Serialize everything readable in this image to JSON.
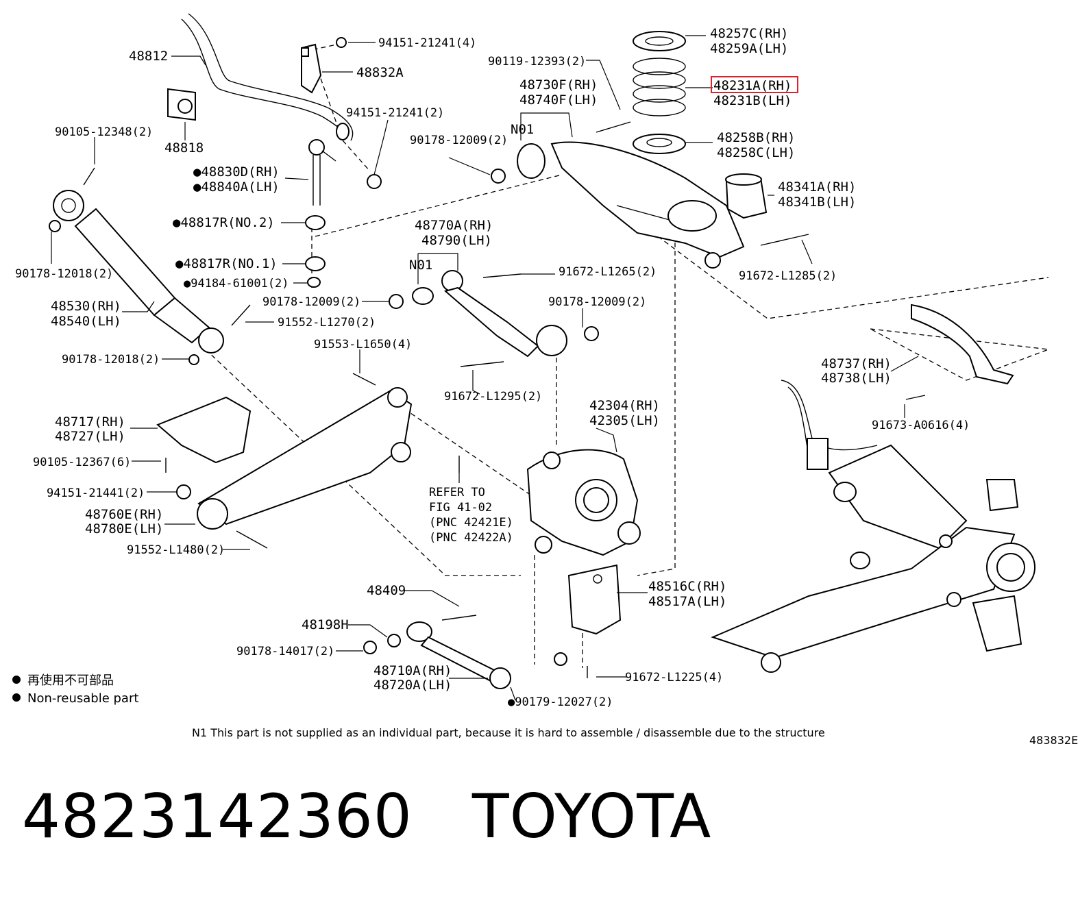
{
  "labels": {
    "p48812": "48812",
    "p94151_21241_top": "94151-21241(4)",
    "p48832A": "48832A",
    "p94151_21241_mid": "94151-21241(2)",
    "p90105_12348": "90105-12348(2)",
    "p48818": "48818",
    "p48830D": "●48830D(RH)",
    "p48840A": "●48840A(LH)",
    "p48817R_no2": "●48817R(NO.2)",
    "p48817R_no1": "●48817R(NO.1)",
    "p94184_61001": "●94184-61001(2)",
    "p90178_12018_a": "90178-12018(2)",
    "p48530": "48530(RH)",
    "p48540": "48540(LH)",
    "p91552_L1270": "91552-L1270(2)",
    "p90178_12018_b": "90178-12018(2)",
    "p91553_L1650": "91553-L1650(4)",
    "p48717": "48717(RH)",
    "p48727": "48727(LH)",
    "p90105_12367": "90105-12367(6)",
    "p94151_21441": "94151-21441(2)",
    "p48760E": "48760E(RH)",
    "p48780E": "48780E(LH)",
    "p91552_L1480": "91552-L1480(2)",
    "p90119_12393": "90119-12393(2)",
    "p48730F": "48730F(RH)",
    "p48740F": "48740F(LH)",
    "pN01_a": "N01",
    "p90178_12009_a": "90178-12009(2)",
    "p48770A": "48770A(RH)",
    "p48790": "48790(LH)",
    "pN01_b": "N01",
    "p91672_L1265": "91672-L1265(2)",
    "p90178_12009_b": "90178-12009(2)",
    "p90178_12009_c": "90178-12009(2)",
    "p91672_L1295": "91672-L1295(2)",
    "p42304": "42304(RH)",
    "p42305": "42305(LH)",
    "refer_1": "REFER TO",
    "refer_2": "FIG 41-02",
    "refer_3": "(PNC 42421E)",
    "refer_4": "(PNC 42422A)",
    "p48409": "48409",
    "p48198H": "48198H",
    "p90178_14017": "90178-14017(2)",
    "p48710A": "48710A(RH)",
    "p48720A": "48720A(LH)",
    "p90179_12027": "●90179-12027(2)",
    "p91672_L1225": "91672-L1225(4)",
    "p48516C": "48516C(RH)",
    "p48517A": "48517A(LH)",
    "p48257C": "48257C(RH)",
    "p48259A": "48259A(LH)",
    "p48231A": "48231A(RH)",
    "p48231B": "48231B(LH)",
    "p48258B": "48258B(RH)",
    "p48258C": "48258C(LH)",
    "p48341A": "48341A(RH)",
    "p48341B": "48341B(LH)",
    "p91672_L1285": "91672-L1285(2)",
    "p48737": "48737(RH)",
    "p48738": "48738(LH)",
    "p91673_A0616": "91673-A0616(4)"
  },
  "legend": {
    "ja": "再使用不可部品",
    "en": "Non-reusable part"
  },
  "note": "N1  This part is not supplied as an individual part, because it is hard to assemble / disassemble due to the structure",
  "figure_id": "483832E",
  "caption": {
    "part_number": "4823142360",
    "brand": "TOYOTA"
  },
  "highlight_color": "#e0202a"
}
